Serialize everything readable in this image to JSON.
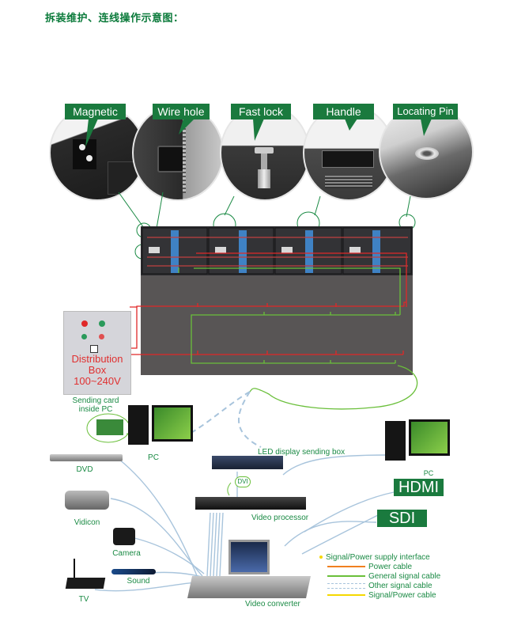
{
  "title": "拆装维护、连线操作示意图：",
  "features": [
    {
      "label": "Magnetic",
      "icon": "magnetic-latch-photo"
    },
    {
      "label": "Wire hole",
      "icon": "power-socket-photo"
    },
    {
      "label": "Fast lock",
      "icon": "fast-lock-bolt-photo"
    },
    {
      "label": "Handle",
      "icon": "handle-recess-photo"
    },
    {
      "label": "Locating Pin",
      "icon": "locating-pin-photo"
    }
  ],
  "distribution_box": {
    "line1": "Distribution",
    "line2": "Box",
    "line3": "100~240V"
  },
  "devices": {
    "sending_card": "Sending card\ninside PC",
    "sending_card_l1": "Sending card",
    "sending_card_l2": "inside PC",
    "pc_left": "PC",
    "pc_right": "PC",
    "dvd": "DVD",
    "vidicon": "Vidicon",
    "camera": "Camera",
    "sound": "Sound",
    "tv": "TV",
    "led_sending_box": "LED display sending box",
    "dvi": "DVI",
    "video_processor": "Video processor",
    "video_converter": "Video converter",
    "hdmi": "HDMI",
    "sdi": "SDI"
  },
  "legend": [
    {
      "label": "Signal/Power supply interface",
      "style": "dot",
      "color": "#f5d800"
    },
    {
      "label": "Power cable",
      "style": "solid",
      "color": "#f08020"
    },
    {
      "label": "General signal cable",
      "style": "solid",
      "color": "#6abf3a"
    },
    {
      "label": "Other signal cable",
      "style": "double-dashed",
      "color": "#a8c4dc"
    },
    {
      "label": "Signal/Power cable",
      "style": "solid",
      "color": "#f5d800"
    }
  ],
  "colors": {
    "brand_green": "#1a7a3e",
    "label_green": "#1a8a44",
    "power_red": "#e02828",
    "signal_green": "#6abf3a",
    "cable_blue": "#a8c4dc",
    "screen_gray": "#585555"
  }
}
